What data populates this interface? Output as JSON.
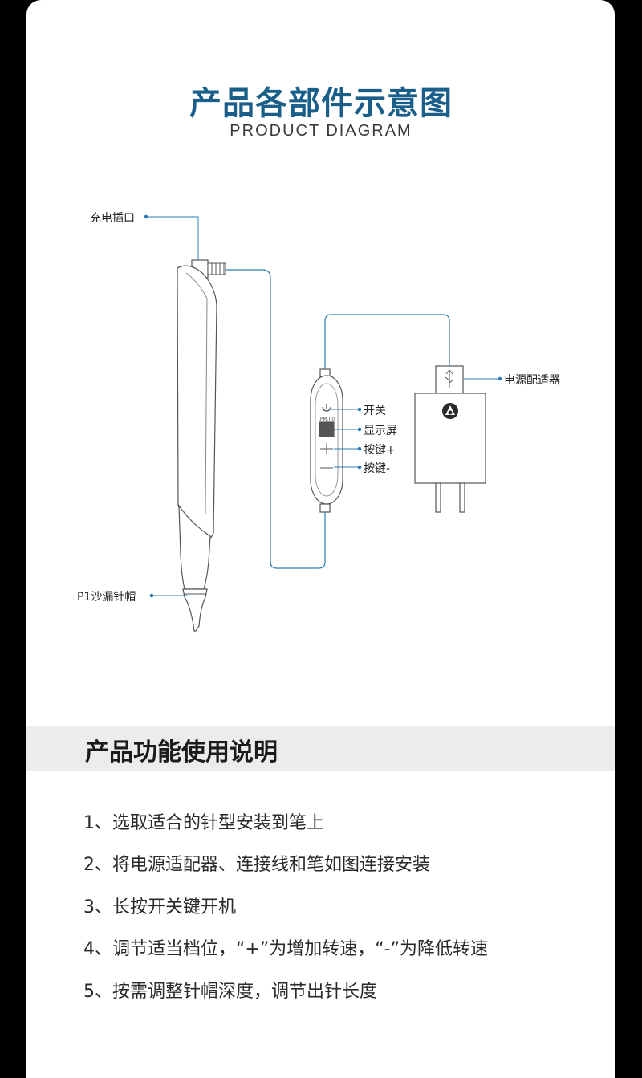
{
  "header": {
    "title": "产品各部件示意图",
    "subtitle": "PRODUCT DIAGRAM"
  },
  "diagram": {
    "labels": {
      "charging_port": "充电插口",
      "needle_cap": "P1沙漏针帽",
      "power_adapter": "电源配适器",
      "power_switch": "开关",
      "display": "显示屏",
      "plus_button": "按键+",
      "minus_button": "按键-"
    },
    "line_color": "#2b7cb4"
  },
  "section": {
    "title": "产品功能使用说明"
  },
  "instructions": [
    "1、选取适合的针型安装到笔上",
    "2、将电源适配器、连接线和笔如图连接安装",
    "3、长按开关键开机",
    "4、调节适当档位，“+”为增加转速，“-”为降低转速",
    "5、按需调整针帽深度，调节出针长度"
  ]
}
